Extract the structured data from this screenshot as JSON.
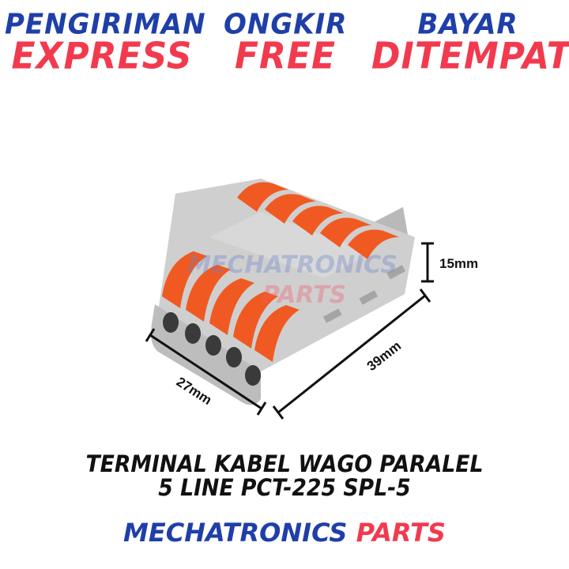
{
  "promos": [
    {
      "top": "PENGIRIMAN",
      "bottom": "EXPRESS"
    },
    {
      "top": "ONGKIR",
      "bottom": "FREE"
    },
    {
      "top": "BAYAR",
      "bottom": "DITEMPAT"
    }
  ],
  "watermark": {
    "line1": "MECHATRONICS",
    "line2": "PARTS"
  },
  "dimensions": {
    "height": "15mm",
    "length": "39mm",
    "width": "27mm"
  },
  "title": {
    "line1": "TERMINAL KABEL WAGO PARALEL",
    "line2": "5 LINE PCT-225 SPL-5"
  },
  "brand": {
    "part1": "MECHATRONICS",
    "part2": "PARTS"
  },
  "colors": {
    "blue": "#1f3fa8",
    "red": "#f23a4e",
    "housing": "#c9c9c9",
    "lever": "#f05a22"
  }
}
